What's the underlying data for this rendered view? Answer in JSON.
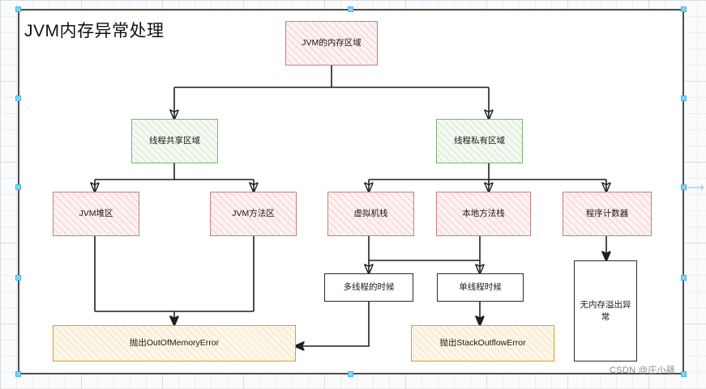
{
  "title": "JVM内存异常处理",
  "watermark": "CSDN @庄小繇",
  "colors": {
    "red_border": "#c77f7f",
    "red_fill": "#fdf1f1",
    "green_border": "#7bb36a",
    "green_fill": "#f4faf2",
    "orange_border": "#d6a515",
    "orange_fill": "#fdf7ea",
    "plain_border": "#2b2b2b",
    "plain_fill": "#ffffff",
    "connector": "#1f1f1f",
    "canvas_border": "#4d4d4d",
    "grid": "#c8d2dc",
    "handle": "#7fd3f7"
  },
  "nodes": [
    {
      "id": "root",
      "label": "JVM的内存区域",
      "style": "red"
    },
    {
      "id": "shared",
      "label": "线程共享区域",
      "style": "green"
    },
    {
      "id": "private",
      "label": "线程私有区域",
      "style": "green"
    },
    {
      "id": "heap",
      "label": "JVM堆区",
      "style": "red"
    },
    {
      "id": "method",
      "label": "JVM方法区",
      "style": "red"
    },
    {
      "id": "vmstack",
      "label": "虚拟机栈",
      "style": "red"
    },
    {
      "id": "natstack",
      "label": "本地方法栈",
      "style": "red"
    },
    {
      "id": "pc",
      "label": "程序计数器",
      "style": "red"
    },
    {
      "id": "multithread",
      "label": "多线程的时候",
      "style": "plain"
    },
    {
      "id": "singlethread",
      "label": "单线程时候",
      "style": "plain"
    },
    {
      "id": "oom",
      "label": "抛出OutOfMemoryError",
      "style": "orange"
    },
    {
      "id": "sof",
      "label": "抛出StackOutflowError",
      "style": "orange"
    },
    {
      "id": "nooom",
      "label": "无内存溢出异常",
      "style": "plain"
    }
  ],
  "edges": [
    {
      "from": "root",
      "to": "shared"
    },
    {
      "from": "root",
      "to": "private"
    },
    {
      "from": "shared",
      "to": "heap"
    },
    {
      "from": "shared",
      "to": "method"
    },
    {
      "from": "private",
      "to": "vmstack"
    },
    {
      "from": "private",
      "to": "natstack"
    },
    {
      "from": "private",
      "to": "pc"
    },
    {
      "from": "heap",
      "to": "oom"
    },
    {
      "from": "method",
      "to": "oom"
    },
    {
      "from": "vmstack",
      "to": "multithread"
    },
    {
      "from": "vmstack",
      "to": "singlethread"
    },
    {
      "from": "natstack",
      "to": "singlethread"
    },
    {
      "from": "multithread",
      "to": "oom"
    },
    {
      "from": "singlethread",
      "to": "sof"
    },
    {
      "from": "pc",
      "to": "nooom"
    }
  ]
}
